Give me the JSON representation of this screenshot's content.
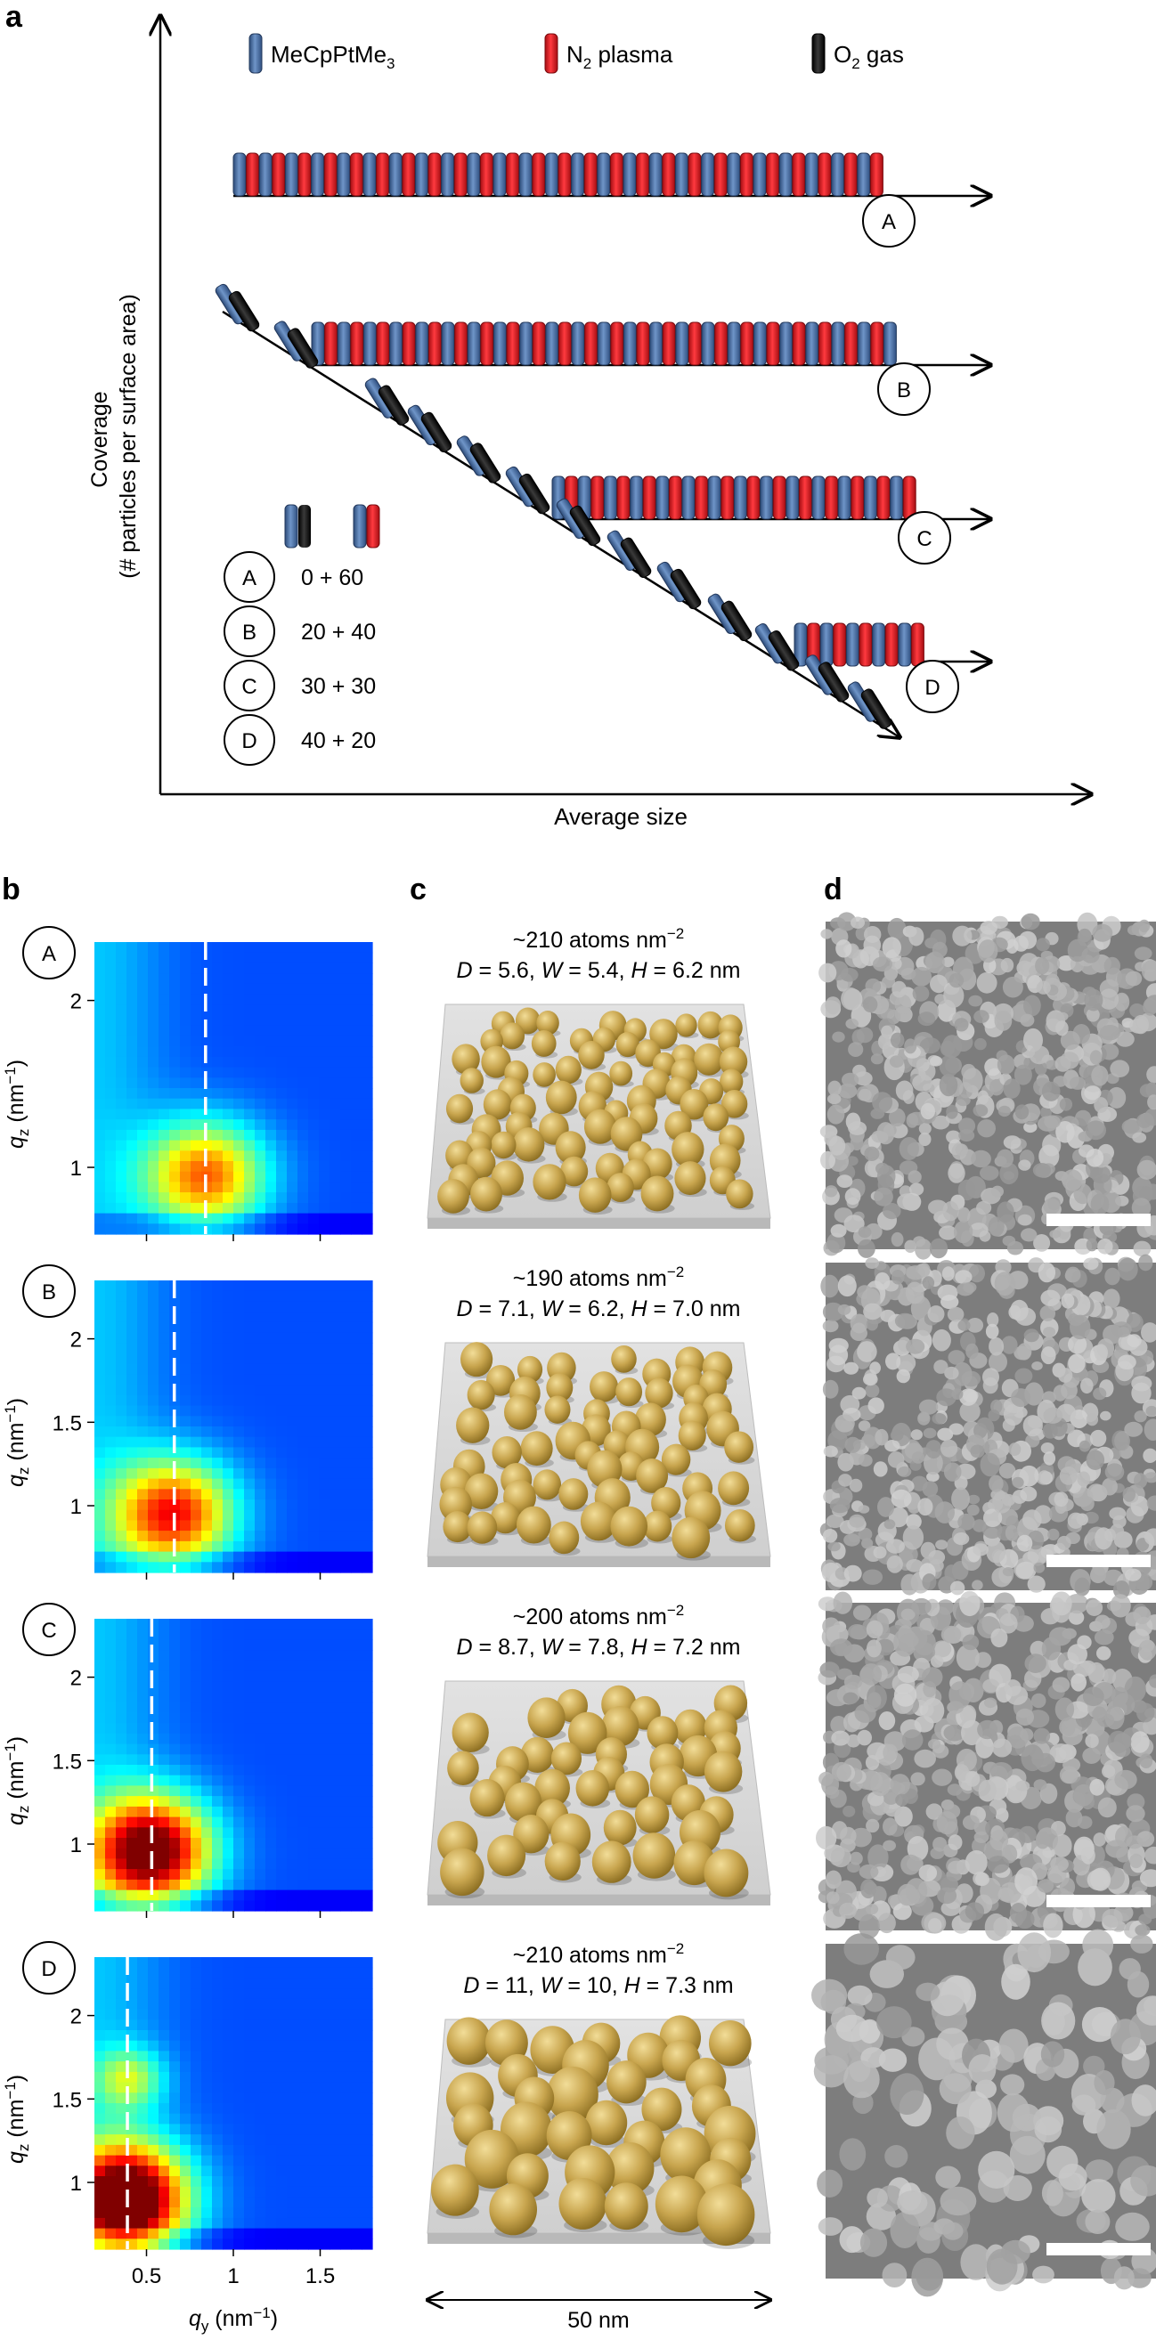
{
  "panels": {
    "a": "a",
    "b": "b",
    "c": "c",
    "d": "d"
  },
  "legend": {
    "precursor": "MeCpPtMe",
    "precursor_sub": "3",
    "n2_main": "N",
    "n2_sub": "2",
    "n2_rest": " plasma",
    "o2_main": "O",
    "o2_sub": "2",
    "o2_rest": " gas"
  },
  "colors": {
    "precursor": "#4f73a4",
    "n2_plasma": "#e0181f",
    "o2_gas": "#111111",
    "gold": "#c8a54e"
  },
  "axes": {
    "y_label_line1": "Coverage",
    "y_label_line2": "(# particles per surface area)",
    "x_label": "Average size"
  },
  "recipes": {
    "header_icons": [
      "black-blue pair",
      "blue-red pair"
    ],
    "rows": [
      {
        "label": "A",
        "value": "0 + 60"
      },
      {
        "label": "B",
        "value": "20 + 40"
      },
      {
        "label": "C",
        "value": "30 + 30"
      },
      {
        "label": "D",
        "value": "40 + 20"
      }
    ]
  },
  "chart_data": {
    "type": "heatmap",
    "xlabel_main": "q",
    "xlabel_sub": "y",
    "xlabel_unit": " (nm",
    "xlabel_sup": "−1",
    "xlabel_end": ")",
    "ylabel_main": "q",
    "ylabel_sub": "z",
    "ylabel_unit": " (nm",
    "ylabel_sup": "−1",
    "ylabel_end": ")",
    "xlim": [
      0.2,
      1.8
    ],
    "ylim": [
      0.6,
      2.35
    ],
    "x_ticks": [
      "0.5",
      "1",
      "1.5"
    ],
    "x_tick_values": [
      0.5,
      1.0,
      1.5
    ],
    "maps": [
      {
        "label": "A",
        "peak_qy": 0.84,
        "peak_qz": 0.95,
        "y_ticks": [
          "1",
          "2"
        ],
        "y_tick_values": [
          1,
          2
        ]
      },
      {
        "label": "B",
        "peak_qy": 0.66,
        "peak_qz": 0.95,
        "y_ticks": [
          "1",
          "1.5",
          "2"
        ],
        "y_tick_values": [
          1,
          1.5,
          2
        ]
      },
      {
        "label": "C",
        "peak_qy": 0.53,
        "peak_qz": 0.96,
        "y_ticks": [
          "1",
          "1.5",
          "2"
        ],
        "y_tick_values": [
          1,
          1.5,
          2
        ]
      },
      {
        "label": "D",
        "peak_qy": 0.39,
        "peak_qz": 0.9,
        "y_ticks": [
          "1",
          "1.5",
          "2"
        ],
        "y_tick_values": [
          1,
          1.5,
          2
        ]
      }
    ]
  },
  "models": [
    {
      "density": "~210 atoms nm",
      "density_sup": "−2",
      "D": "5.6",
      "W": "5.4",
      "H": "6.2"
    },
    {
      "density": "~190 atoms nm",
      "density_sup": "−2",
      "D": "7.1",
      "W": "6.2",
      "H": "7.0"
    },
    {
      "density": "~200 atoms nm",
      "density_sup": "−2",
      "D": "8.7",
      "W": "7.8",
      "H": "7.2"
    },
    {
      "density": "~210 atoms nm",
      "density_sup": "−2",
      "D": "11",
      "W": "10",
      "H": "7.3"
    }
  ],
  "model_labels": {
    "D": "D",
    "W": "W",
    "H": "H",
    "eq": " = ",
    "sep": ", ",
    "unit": " nm"
  },
  "scale_label": "50 nm"
}
